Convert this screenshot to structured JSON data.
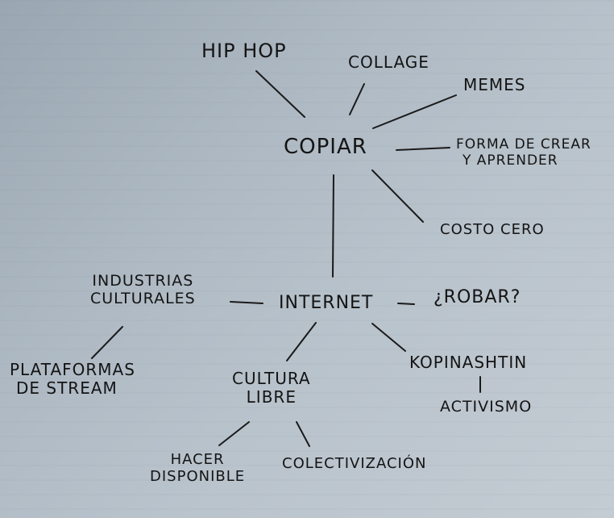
{
  "nodes": {
    "hiphop": "Hip Hop",
    "collage": "Collage",
    "memes": "MEMES",
    "copiar": "COPIAR",
    "forma_line1": "Forma de crear",
    "forma_line2": "y aprender",
    "costo_cero": "Costo cero",
    "industrias_line1": "Industrias",
    "industrias_line2": "culturales",
    "internet": "internet",
    "robar": "¿Robar?",
    "plataformas_line1": "Plataformas",
    "plataformas_line2": "de stream",
    "cultura_line1": "Cultura",
    "cultura_line2": "libre",
    "kopinashtin": "Kopinashtin",
    "activismo": "activismo",
    "hacer_line1": "Hacer",
    "hacer_line2": "disponible",
    "colectivizacion": "colectivización"
  }
}
